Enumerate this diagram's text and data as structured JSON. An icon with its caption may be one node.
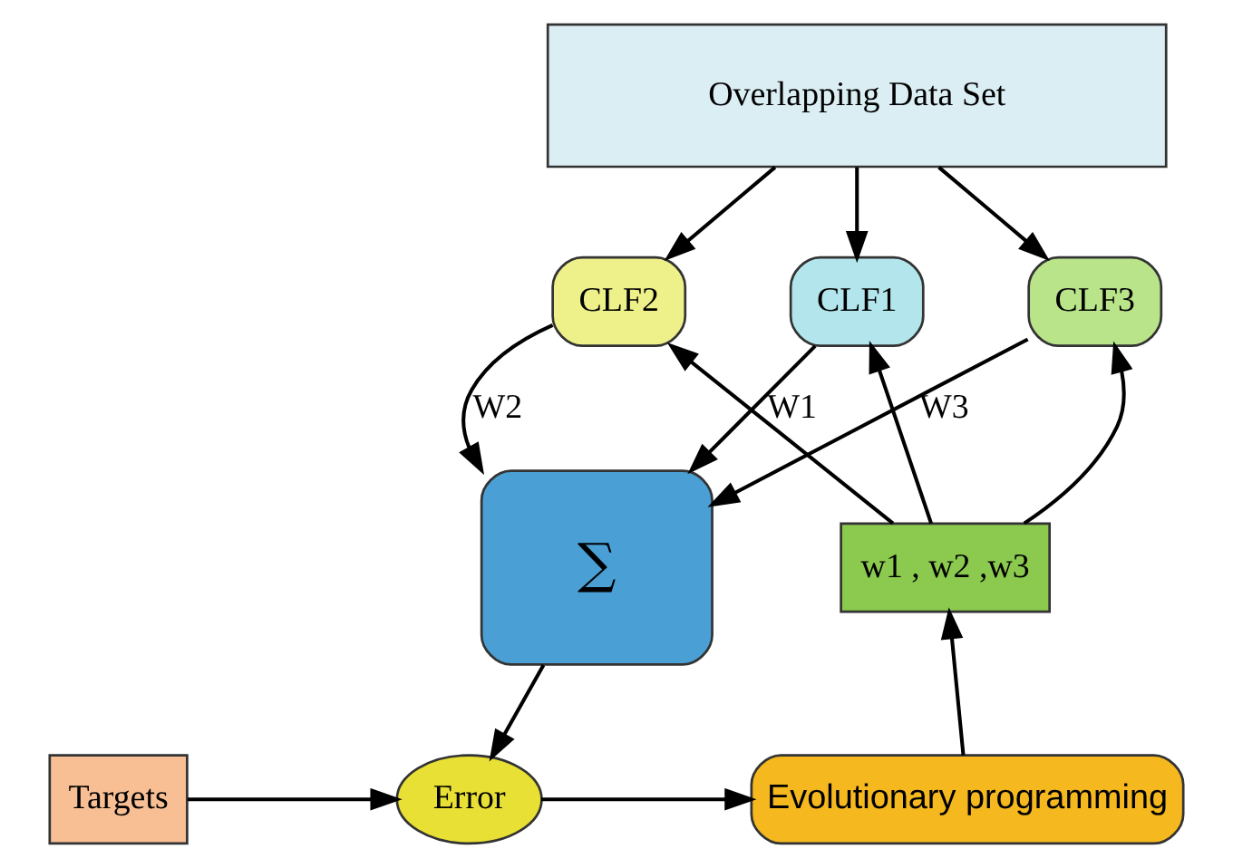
{
  "diagram": {
    "nodes": [
      {
        "text": [
          "Overlapping Data Set"
        ]
      },
      {
        "text": [
          "CLF1"
        ]
      },
      {
        "text": [
          "CLF2"
        ]
      },
      {
        "text": [
          "CLF3"
        ]
      },
      {
        "text": [
          "w1 , w2 ,w3"
        ]
      },
      {
        "text": [
          "∑"
        ]
      },
      {
        "text": [
          "Error"
        ]
      },
      {
        "text": [
          "Targets"
        ]
      },
      {
        "text": [
          "Evolutionary programming"
        ]
      }
    ],
    "edges": [
      {
        "from": 0,
        "to": 1,
        "arrow": "to"
      },
      {
        "from": 0,
        "to": 2,
        "arrow": "to"
      },
      {
        "from": 0,
        "to": 3,
        "arrow": "to"
      },
      {
        "from": 4,
        "to": 1,
        "arrow": "to"
      },
      {
        "from": 4,
        "to": 2,
        "arrow": "to"
      },
      {
        "from": 4,
        "to": 3,
        "arrow": "to"
      },
      {
        "from": 1,
        "to": 5,
        "arrow": "to",
        "label": "W1"
      },
      {
        "from": 2,
        "to": 5,
        "arrow": "to",
        "label": "W2"
      },
      {
        "from": 3,
        "to": 5,
        "arrow": "to",
        "label": "W3"
      },
      {
        "from": 5,
        "to": 6,
        "arrow": "to"
      },
      {
        "from": 7,
        "to": 6,
        "arrow": "to"
      },
      {
        "from": 6,
        "to": 8,
        "arrow": "to"
      },
      {
        "from": 8,
        "to": 4,
        "arrow": "to"
      }
    ]
  }
}
